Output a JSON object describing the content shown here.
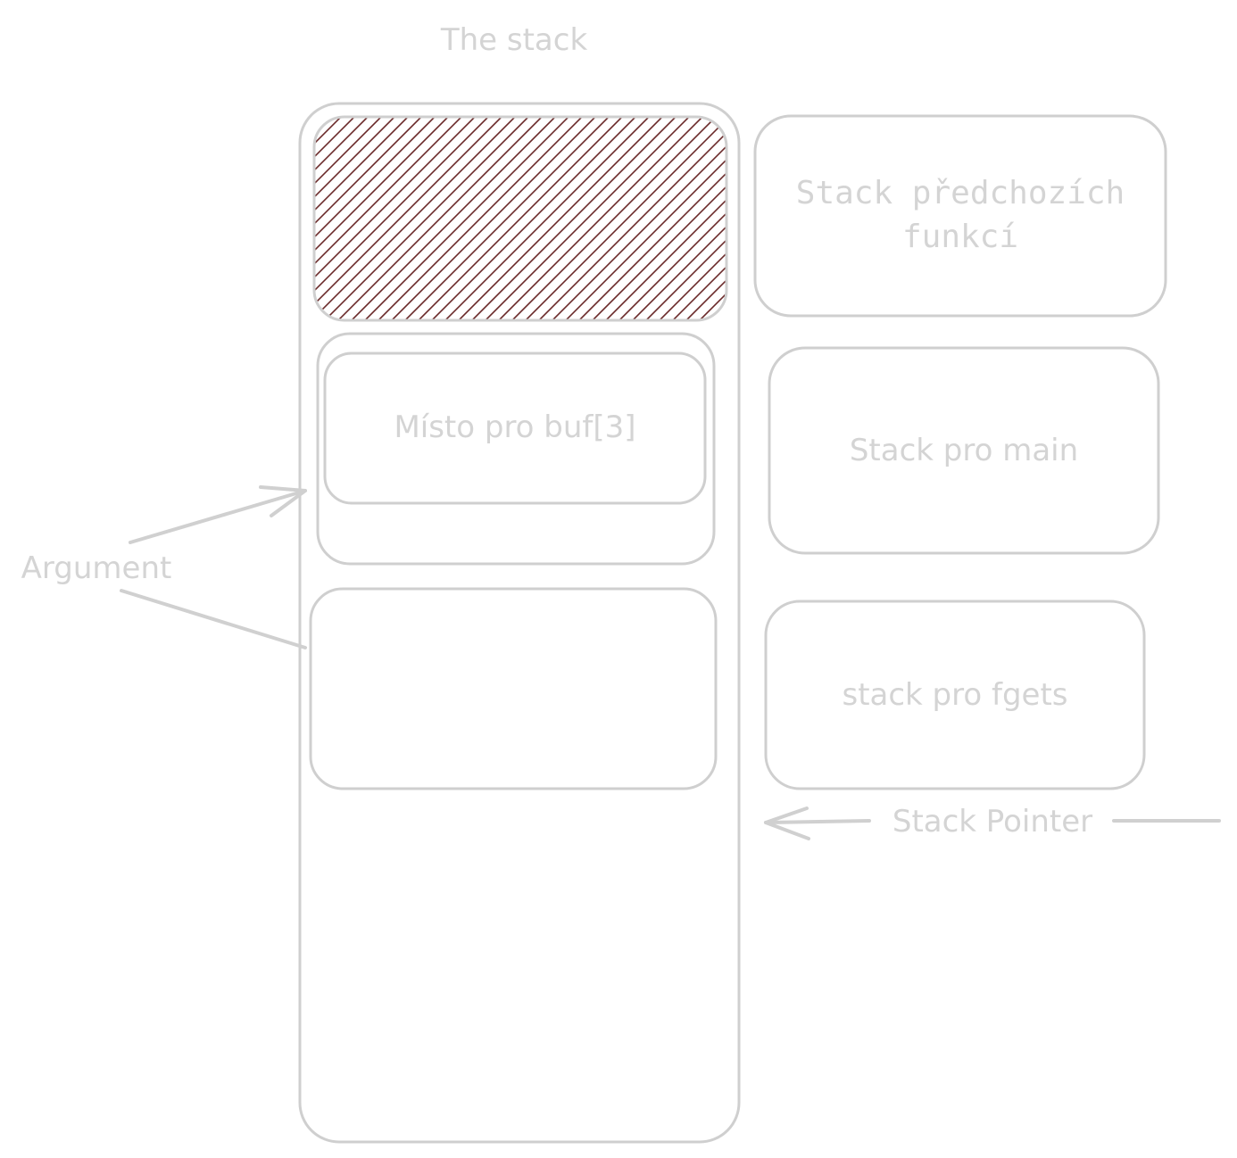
{
  "diagram": {
    "title": "The stack",
    "slots": [
      {
        "id": "hatched",
        "text": ""
      },
      {
        "id": "buf",
        "text": "Místo pro buf[3]"
      },
      {
        "id": "empty",
        "text": ""
      }
    ],
    "frames": [
      {
        "line1": "Stack předchozích",
        "line2": "funkcí"
      },
      {
        "line1": "Stack pro main"
      },
      {
        "line1": "stack pro fgets"
      }
    ],
    "argument_label": "Argument",
    "pointer_label": "Stack Pointer",
    "colors": {
      "stroke": "#cfcfcf",
      "text": "#d4d4d4",
      "hatch": "#6b2a2a"
    }
  }
}
